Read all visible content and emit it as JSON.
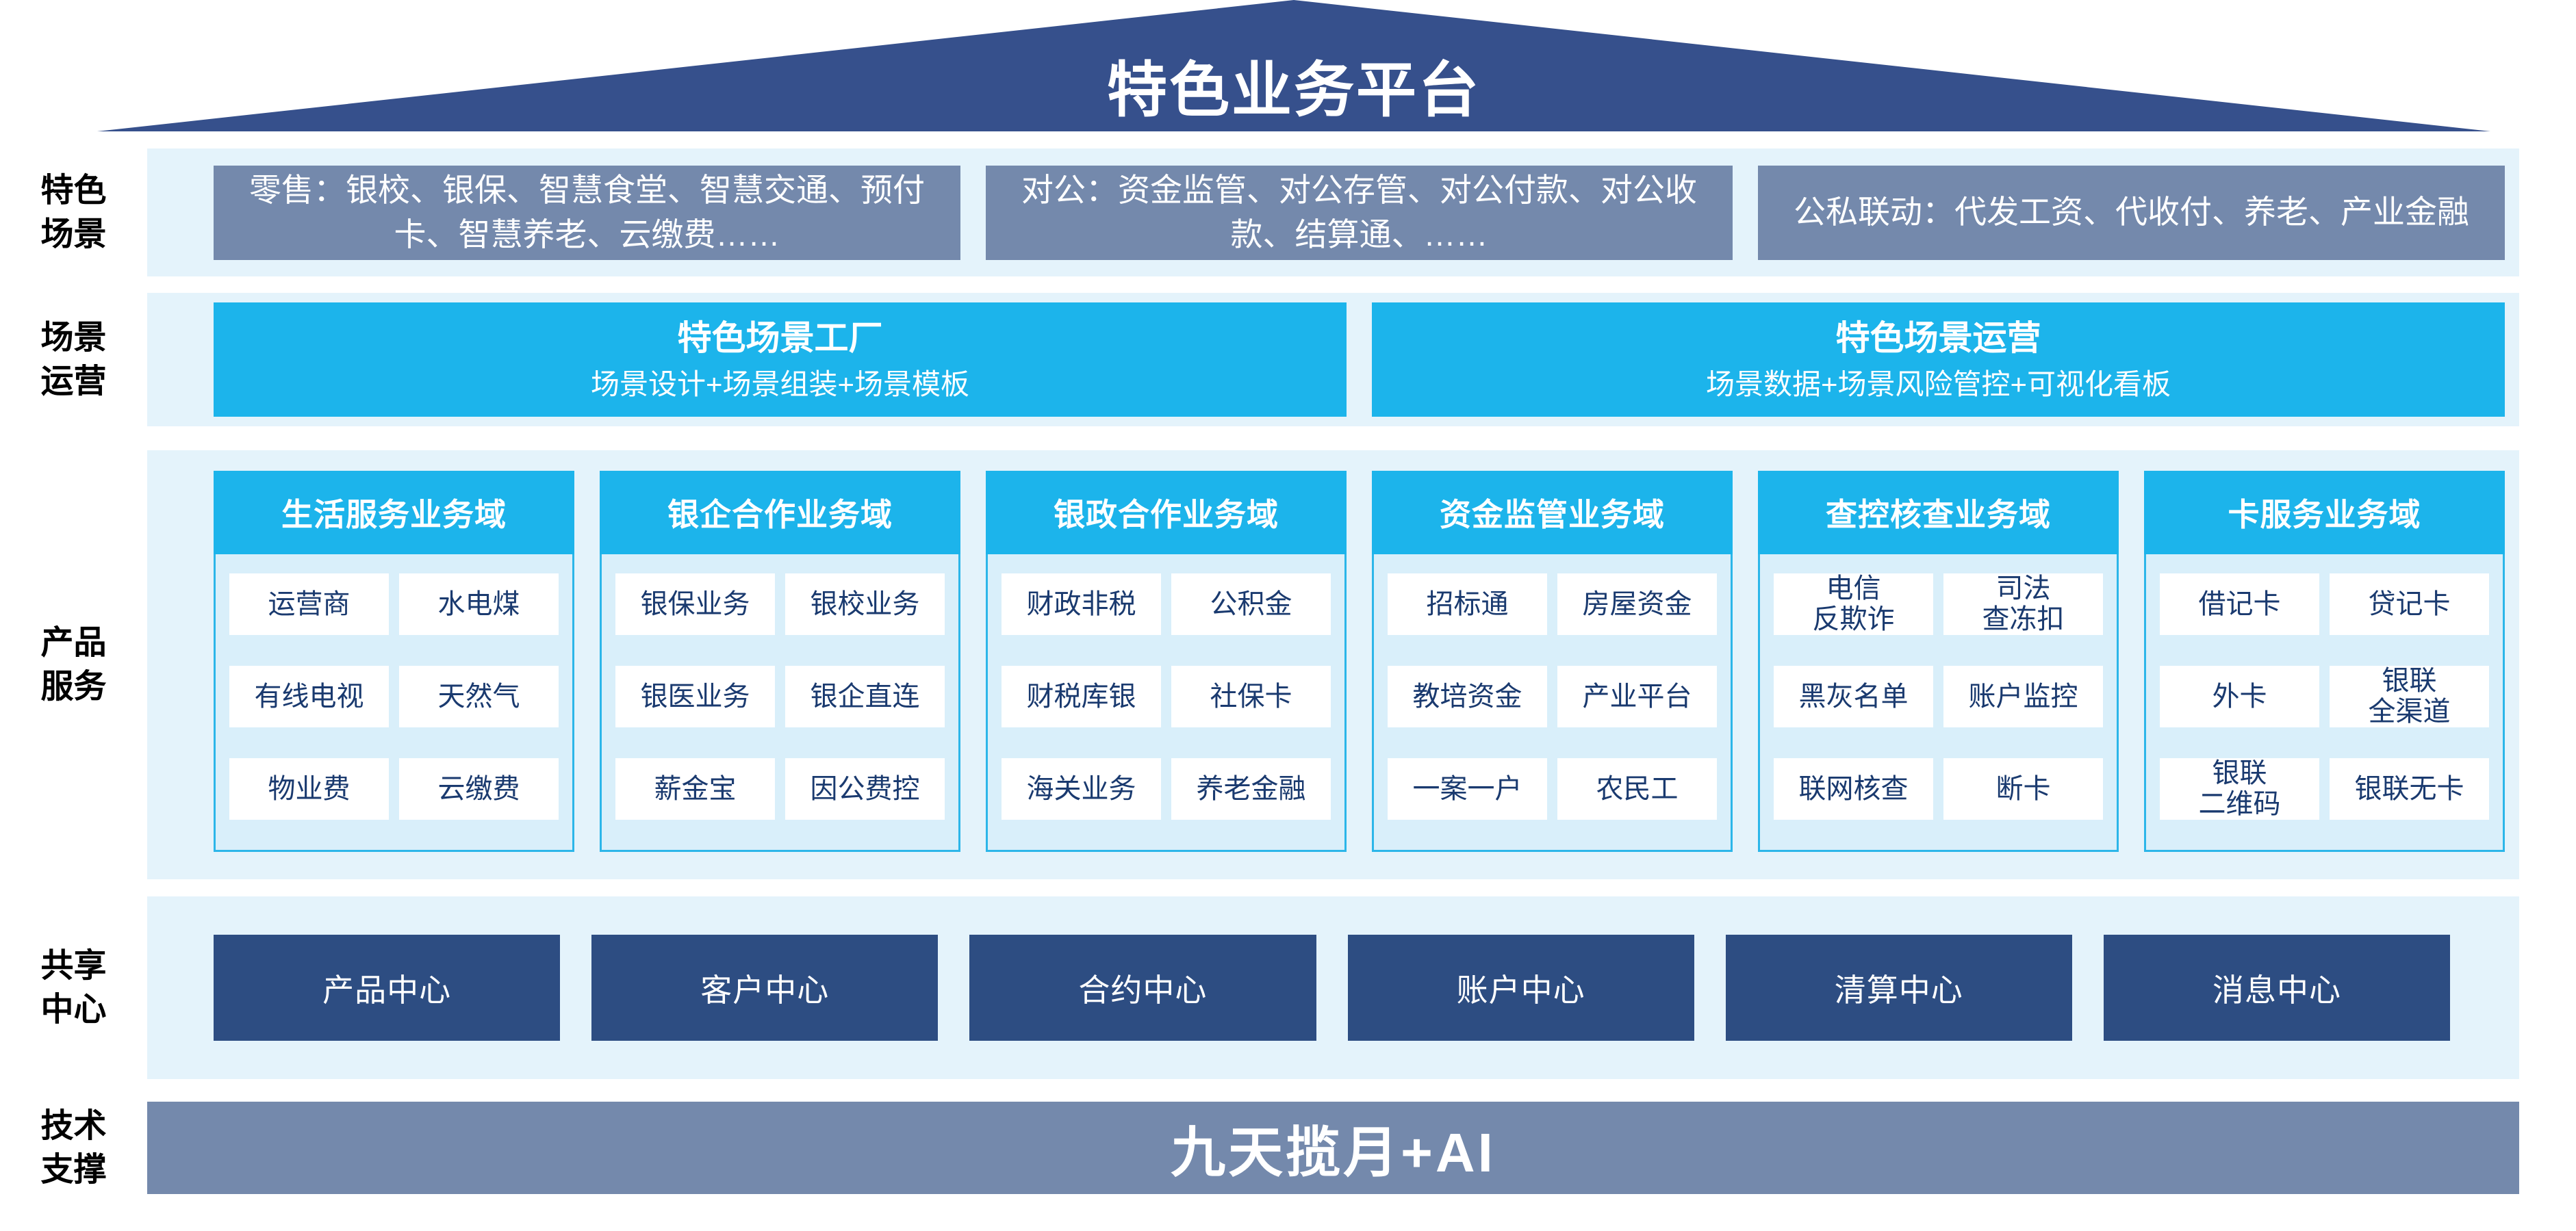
{
  "platform": {
    "title": "特色业务平台"
  },
  "labels": {
    "scenes": "特色\n场景",
    "operation": "场景\n运营",
    "products": "产品\n服务",
    "sharing": "共享\n中心",
    "tech": "技术\n支撑"
  },
  "scenes": {
    "boxes": [
      "零售：银校、银保、智慧食堂、智慧交通、预付\n卡、智慧养老、云缴费……",
      "对公：资金监管、对公存管、对公付款、对公收\n款、结算通、……",
      "公私联动：代发工资、代收付、养老、产业金融"
    ]
  },
  "operation": {
    "boxes": [
      {
        "title": "特色场景工厂",
        "subtitle": "场景设计+场景组装+场景模板"
      },
      {
        "title": "特色场景运营",
        "subtitle": "场景数据+场景风险管控+可视化看板"
      }
    ]
  },
  "products": {
    "domains": [
      {
        "title": "生活服务业务域",
        "items": [
          "运营商",
          "水电煤",
          "有线电视",
          "天然气",
          "物业费",
          "云缴费"
        ]
      },
      {
        "title": "银企合作业务域",
        "items": [
          "银保业务",
          "银校业务",
          "银医业务",
          "银企直连",
          "薪金宝",
          "因公费控"
        ]
      },
      {
        "title": "银政合作业务域",
        "items": [
          "财政非税",
          "公积金",
          "财税库银",
          "社保卡",
          "海关业务",
          "养老金融"
        ]
      },
      {
        "title": "资金监管业务域",
        "items": [
          "招标通",
          "房屋资金",
          "教培资金",
          "产业平台",
          "一案一户",
          "农民工"
        ]
      },
      {
        "title": "查控核查业务域",
        "items": [
          "电信\n反欺诈",
          "司法\n查冻扣",
          "黑灰名单",
          "账户监控",
          "联网核查",
          "断卡"
        ]
      },
      {
        "title": "卡服务业务域",
        "items": [
          "借记卡",
          "贷记卡",
          "外卡",
          "银联\n全渠道",
          "银联\n二维码",
          "银联无卡"
        ]
      }
    ]
  },
  "sharing": {
    "centers": [
      "产品中心",
      "客户中心",
      "合约中心",
      "账户中心",
      "清算中心",
      "消息中心"
    ]
  },
  "tech": {
    "bar": "九天揽月+AI"
  },
  "colors": {
    "roof_navy": "#36508C",
    "gray_blue": "#7489AC",
    "cyan": "#1CB4EB",
    "panel_light_blue": "#E4F3FB",
    "domain_body_blue": "#D9EFFA",
    "domain_border_cyan": "#2CB6E9",
    "center_navy": "#2D4D82",
    "cell_text_navy": "#1A3A6F"
  }
}
